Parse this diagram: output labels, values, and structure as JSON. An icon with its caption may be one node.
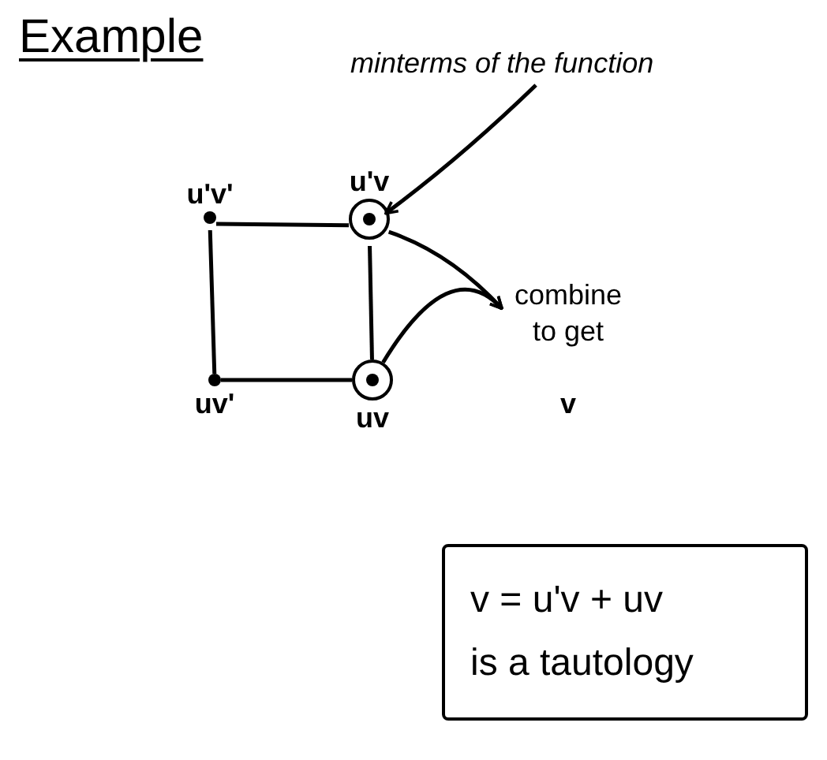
{
  "diagram": {
    "title": "Example",
    "nodes": [
      {
        "text": [
          "u'v'"
        ]
      },
      {
        "text": [
          "u'v"
        ]
      },
      {
        "text": [
          "uv'"
        ]
      },
      {
        "text": [
          "uv"
        ]
      },
      {
        "text": [
          "minterms of the function"
        ]
      },
      {
        "text": [
          "combine to get",
          "v"
        ]
      },
      {
        "text": [
          "v = u'v + uv",
          "is a tautology"
        ]
      }
    ],
    "edges": [
      {
        "from": 0,
        "to": 1,
        "arrow": "none"
      },
      {
        "from": 0,
        "to": 2,
        "arrow": "none"
      },
      {
        "from": 1,
        "to": 3,
        "arrow": "none"
      },
      {
        "from": 2,
        "to": 3,
        "arrow": "none"
      },
      {
        "from": 4,
        "to": 1,
        "arrow": "to"
      },
      {
        "from": 1,
        "to": 5,
        "arrow": "to"
      },
      {
        "from": 3,
        "to": 5,
        "arrow": "to"
      }
    ]
  }
}
